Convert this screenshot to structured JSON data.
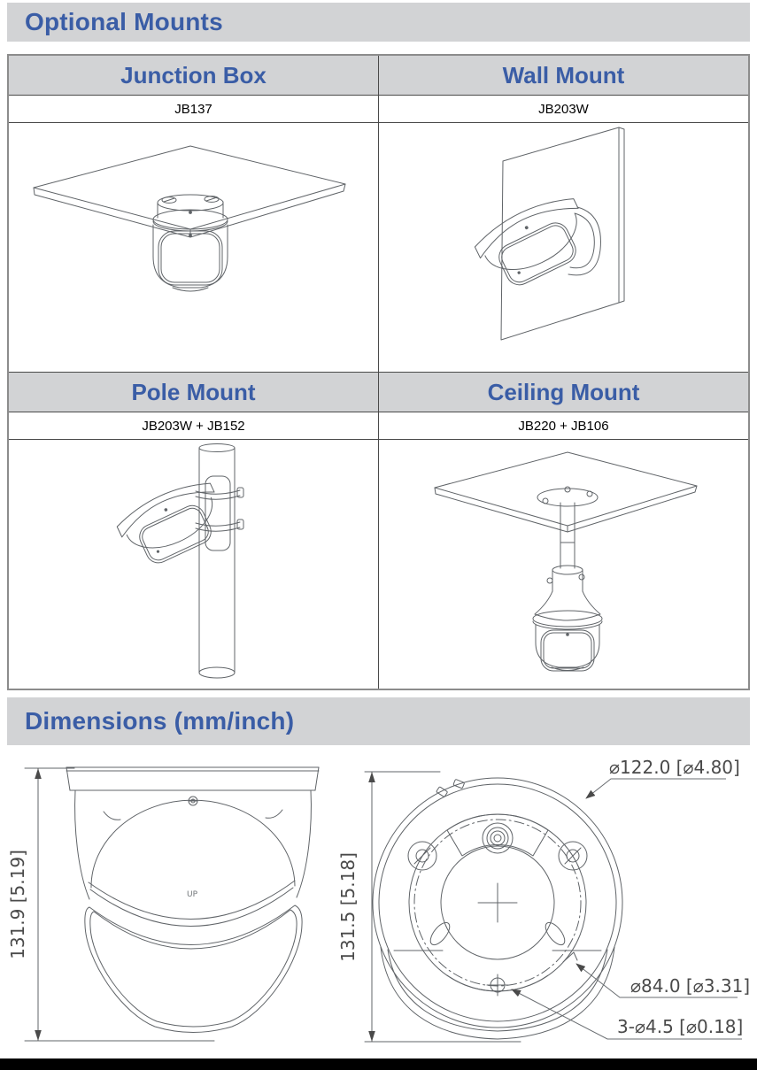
{
  "sections": {
    "optional_mounts": "Optional Mounts",
    "dimensions": "Dimensions (mm/inch)"
  },
  "mounts": {
    "cells": [
      {
        "title": "Junction Box",
        "model": "JB137"
      },
      {
        "title": "Wall Mount",
        "model": "JB203W"
      },
      {
        "title": "Pole Mount",
        "model": "JB203W + JB152"
      },
      {
        "title": "Ceiling Mount",
        "model": "JB220 + JB106"
      }
    ]
  },
  "dimensions": {
    "front_view_height": "131.9 [5.19]",
    "bottom_view_height": "131.5 [5.18]",
    "outer_diameter": "⌀122.0 [⌀4.80]",
    "hole_circle_diameter": "⌀84.0 [⌀3.31]",
    "screw_holes": "3-⌀4.5 [⌀0.18]",
    "up_mark": "UP"
  },
  "colors": {
    "heading_blue": "#3a5da6",
    "bar_gray": "#d2d3d5",
    "footer_black": "#000000"
  }
}
